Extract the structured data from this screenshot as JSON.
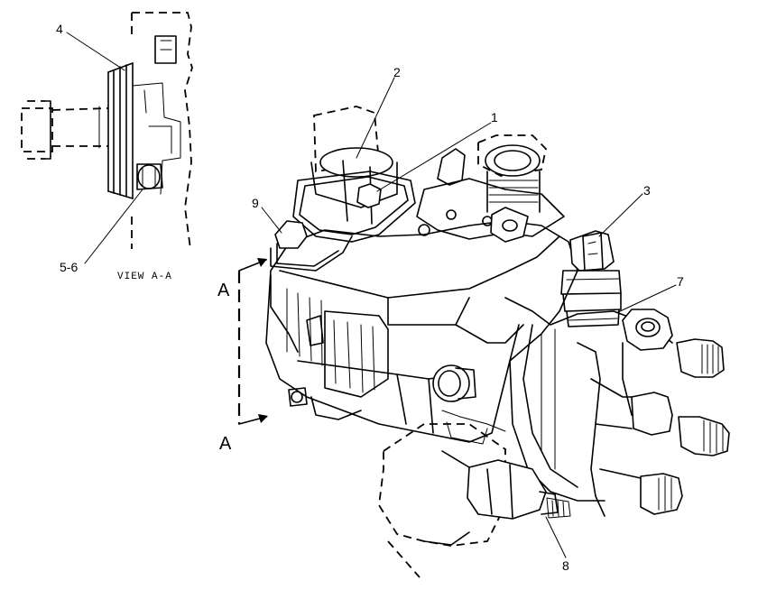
{
  "callouts": {
    "c1": "1",
    "c2": "2",
    "c3": "3",
    "c4": "4",
    "c56": "5-6",
    "c7": "7",
    "c8": "8",
    "c9": "9"
  },
  "view_markers": {
    "upper": "A",
    "lower": "A"
  },
  "inset": {
    "title": "VIEW A-A"
  }
}
